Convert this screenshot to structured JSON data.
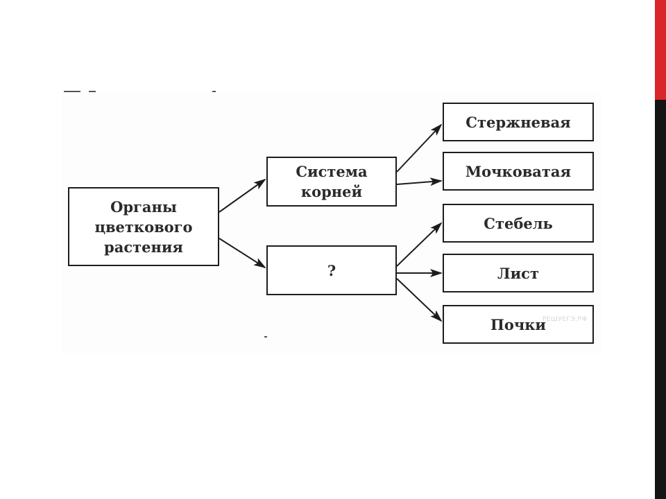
{
  "slide": {
    "accent_colors": {
      "edge_top": "#d9262b",
      "edge_bottom": "#141414"
    }
  },
  "diagram": {
    "nodes": {
      "organs": {
        "lines": [
          "Органы",
          "цветкового",
          "растения"
        ]
      },
      "root_system": {
        "lines": [
          "Система",
          "корней"
        ]
      },
      "unknown": {
        "lines": [
          "?"
        ]
      },
      "taproot": {
        "lines": [
          "Стержневая"
        ]
      },
      "fibrous": {
        "lines": [
          "Мочковатая"
        ]
      },
      "stem": {
        "lines": [
          "Стебель"
        ]
      },
      "leaf": {
        "lines": [
          "Лист"
        ]
      },
      "buds": {
        "lines": [
          "Почки"
        ]
      }
    },
    "edges": [
      {
        "from": "organs",
        "to": "root_system"
      },
      {
        "from": "organs",
        "to": "unknown"
      },
      {
        "from": "root_system",
        "to": "taproot"
      },
      {
        "from": "root_system",
        "to": "fibrous"
      },
      {
        "from": "unknown",
        "to": "stem"
      },
      {
        "from": "unknown",
        "to": "leaf"
      },
      {
        "from": "unknown",
        "to": "buds"
      }
    ],
    "watermark": "РЕШУЕГЭ.РФ"
  }
}
